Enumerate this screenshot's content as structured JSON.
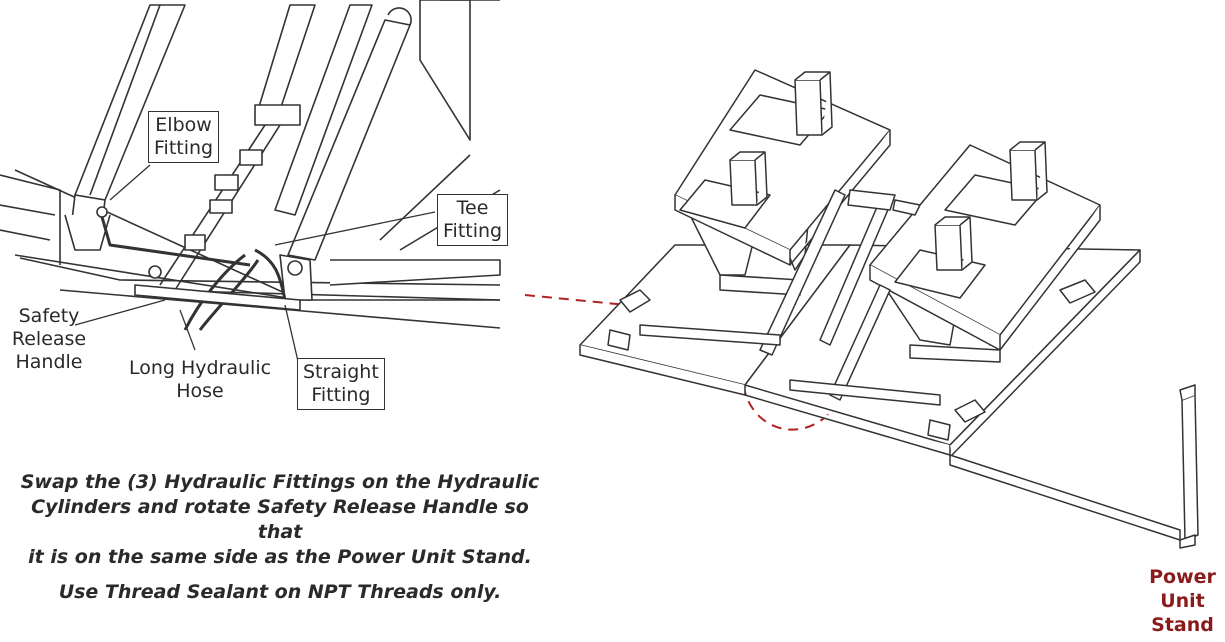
{
  "labels": {
    "elbow": [
      "Elbow",
      "Fitting"
    ],
    "tee": [
      "Tee",
      "Fitting"
    ],
    "straight": [
      "Straight",
      "Fitting"
    ],
    "safety": [
      "Safety",
      "Release",
      "Handle"
    ],
    "hose": [
      "Long Hydraulic",
      "Hose"
    ]
  },
  "instructions": {
    "swap": [
      "Swap the (3) Hydraulic Fittings on the Hydraulic",
      "Cylinders and rotate Safety Release Handle so that",
      "it is on the same side as the Power Unit Stand."
    ],
    "sealant": "Use Thread Sealant on NPT Threads only."
  },
  "power_unit": [
    "Power",
    "Unit",
    "Stand"
  ],
  "colors": {
    "line": "#333333",
    "callout": "#b22222",
    "stand_label": "#8b1a1a"
  }
}
